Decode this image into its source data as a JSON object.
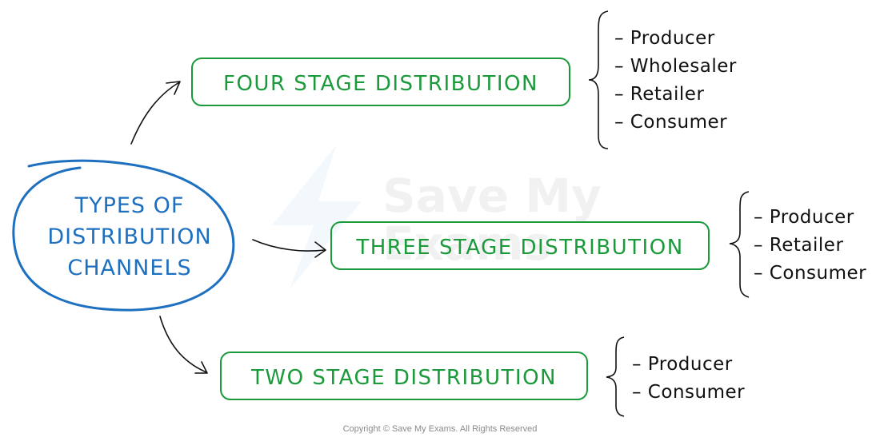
{
  "colors": {
    "center": "#1d6fbf",
    "box": "#1a9a3a",
    "text": "#111111",
    "footer": "#8a8a8a"
  },
  "center": {
    "lines": [
      "TYPES OF",
      "DISTRIBUTION",
      "CHANNELS"
    ]
  },
  "watermark": {
    "line1": "Save My",
    "line2": "Exams"
  },
  "branches": [
    {
      "label": "FOUR STAGE DISTRIBUTION",
      "items": [
        "– Producer",
        "– Wholesaler",
        "– Retailer",
        "– Consumer"
      ]
    },
    {
      "label": "THREE STAGE DISTRIBUTION",
      "items": [
        "– Producer",
        "– Retailer",
        "– Consumer"
      ]
    },
    {
      "label": "TWO STAGE DISTRIBUTION",
      "items": [
        "– Producer",
        "– Consumer"
      ]
    }
  ],
  "footer": "Copyright © Save My Exams. All Rights Reserved"
}
